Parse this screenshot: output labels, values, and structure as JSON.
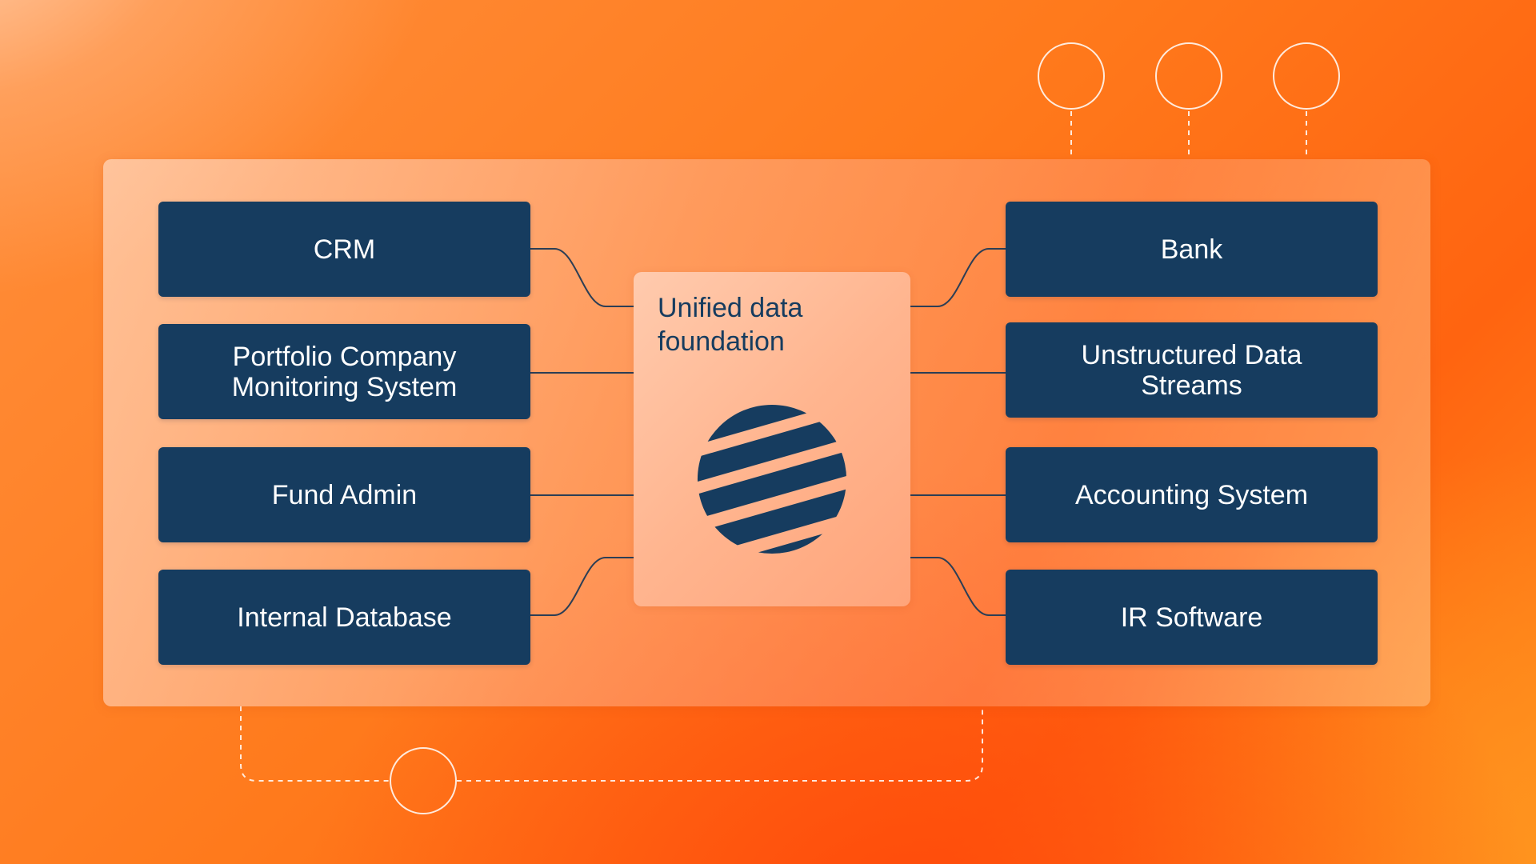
{
  "hub": {
    "title": "Unified data\nfoundation",
    "logo_icon": "striped-globe-icon"
  },
  "left_sources": [
    {
      "label": "CRM"
    },
    {
      "label": "Portfolio Company Monitoring System"
    },
    {
      "label": "Fund Admin"
    },
    {
      "label": "Internal Database"
    }
  ],
  "right_sources": [
    {
      "label": "Bank"
    },
    {
      "label": "Unstructured Data Streams"
    },
    {
      "label": "Accounting System"
    },
    {
      "label": "IR Software"
    }
  ],
  "colors": {
    "node_background": "#163c5f",
    "node_text": "#ffffff",
    "hub_text": "#163c5f",
    "connector": "#2c3e55",
    "background_accent": "#ff7a1c"
  }
}
